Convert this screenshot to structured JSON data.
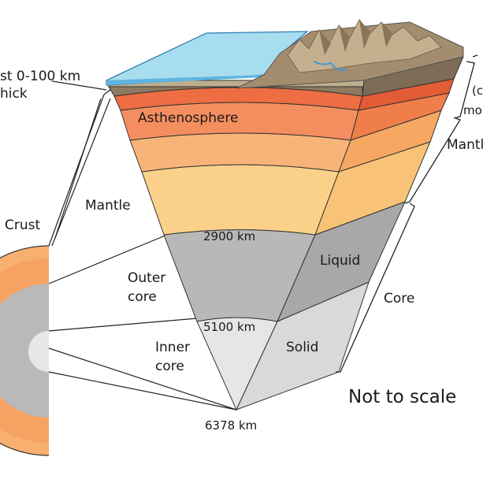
{
  "labels": {
    "crust_thickness_line1": "st 0-100 km",
    "crust_thickness_line2": "hick",
    "crust": "Crust",
    "asthenosphere": "Asthenosphere",
    "mantle": "Mantle",
    "depth_2900": "2900 km",
    "outer_core_line1": "Outer",
    "outer_core_line2": "core",
    "liquid": "Liquid",
    "depth_5100": "5100 km",
    "inner_core_line1": "Inner",
    "inner_core_line2": "core",
    "solid": "Solid",
    "depth_6378": "6378 km",
    "right_core": "Core",
    "right_mantle": "Mantl",
    "right_upper_line1": "(c",
    "right_upper_line2": "mo",
    "not_to_scale": "Not to scale"
  },
  "colors": {
    "ocean": "#a8dcef",
    "land": "#a08a6c",
    "crust_band": "#8c7a62",
    "asthenosphere": "#ee6d43",
    "upper_mantle_1": "#f59261",
    "upper_mantle_2": "#f8b478",
    "lower_mantle": "#fbd18a",
    "outer_core": "#b5b5b5",
    "inner_core": "#e6e6e6"
  }
}
